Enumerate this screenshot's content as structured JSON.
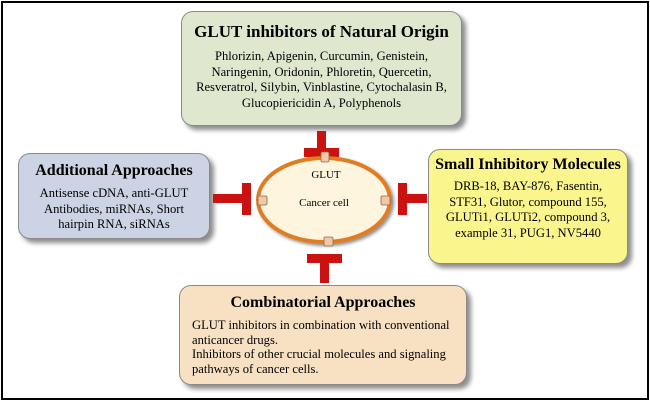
{
  "natural_origin": {
    "title": "GLUT inhibitors of Natural Origin",
    "body": "Phlorizin, Apigenin, Curcumin, Genistein, Naringenin, Oridonin, Phloretin, Quercetin, Resveratrol, Silybin, Vinblastine, Cytochalasin B, Glucopiericidin A, Polyphenols"
  },
  "additional_approaches": {
    "title": "Additional Approaches",
    "body": "Antisense cDNA, anti-GLUT Antibodies, miRNAs, Short hairpin RNA, siRNAs"
  },
  "small_molecules": {
    "title": "Small Inhibitory Molecules",
    "body": "DRB-18, BAY-876, Fasentin, STF31, Glutor, compound 155, GLUTi1, GLUTi2, compound 3, example 31, PUG1, NV5440"
  },
  "combinatorial": {
    "title": "Combinatorial Approaches",
    "line1": "GLUT inhibitors in combination with conventional anticancer drugs.",
    "line2": "Inhibitors of other crucial molecules and signaling pathways of cancer cells."
  },
  "cell": {
    "label": "Cancer cell",
    "glut_label": "GLUT"
  },
  "colors": {
    "inhibitor_red": "#cc1111",
    "cell_fill": "#fdf5dd",
    "cell_border": "#e07b22",
    "glut_fill": "#f3c6a8"
  }
}
